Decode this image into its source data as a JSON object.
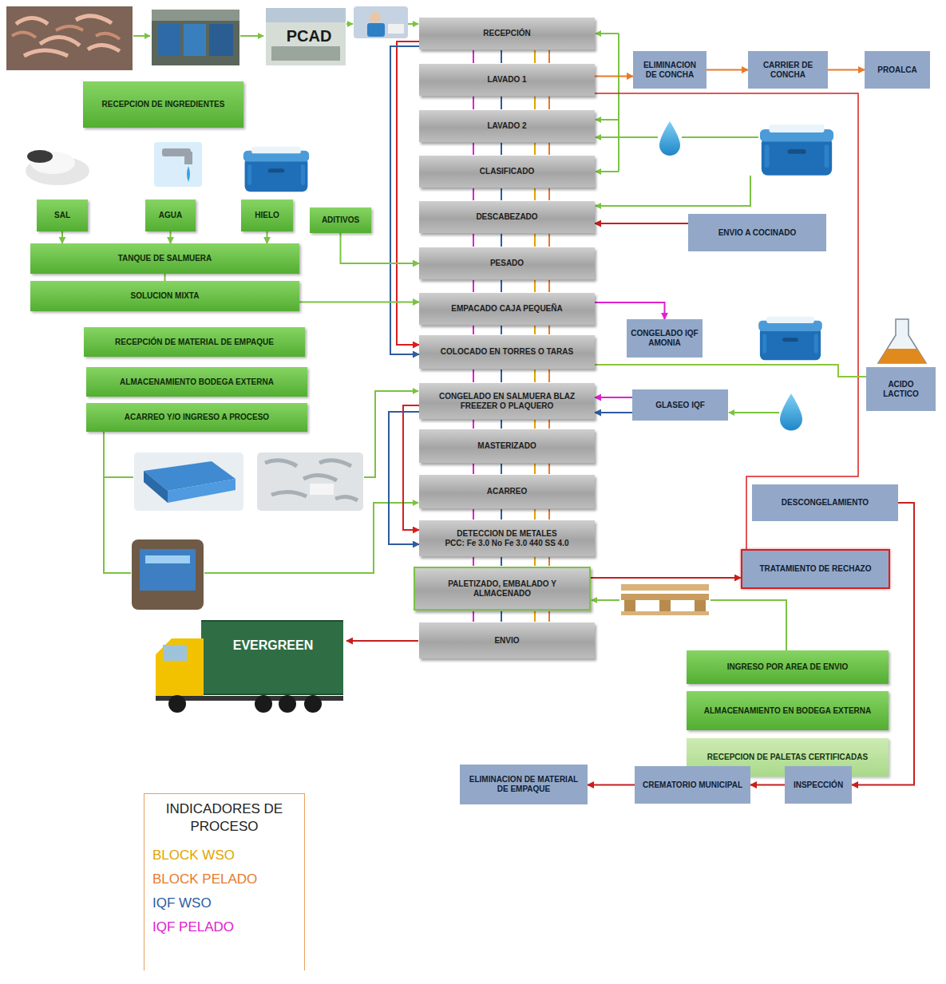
{
  "diagram": {
    "nodes": [
      {
        "text": [
          "RECEPCIÓN"
        ]
      },
      {
        "text": [
          "ELIMINACION DE CONCHA"
        ]
      },
      {
        "text": [
          "CARRIER DE CONCHA"
        ]
      },
      {
        "text": [
          "PROALCA"
        ]
      },
      {
        "text": [
          "LAVADO 1"
        ]
      },
      {
        "text": [
          "RECEPCION DE INGREDIENTES"
        ]
      },
      {
        "text": [
          "LAVADO 2"
        ]
      },
      {
        "text": [
          "CLASIFICADO"
        ]
      },
      {
        "text": [
          "SAL"
        ]
      },
      {
        "text": [
          "AGUA"
        ]
      },
      {
        "text": [
          "HIELO"
        ]
      },
      {
        "text": [
          "ADITIVOS"
        ]
      },
      {
        "text": [
          "DESCABEZADO"
        ]
      },
      {
        "text": [
          "ENVIO A COCINADO"
        ]
      },
      {
        "text": [
          "TANQUE DE SALMUERA"
        ]
      },
      {
        "text": [
          "PESADO"
        ]
      },
      {
        "text": [
          "SOLUCION MIXTA"
        ]
      },
      {
        "text": [
          "EMPACADO CAJA PEQUEÑA"
        ]
      },
      {
        "text": [
          "RECEPCIÓN DE MATERIAL DE EMPAQUE"
        ]
      },
      {
        "text": [
          "CONGELADO IQF AMONIA"
        ]
      },
      {
        "text": [
          "COLOCADO EN TORRES O TARAS"
        ]
      },
      {
        "text": [
          "ALMACENAMIENTO BODEGA EXTERNA"
        ]
      },
      {
        "text": [
          "ACIDO LACTICO"
        ]
      },
      {
        "text": [
          "CONGELADO EN SALMUERA BLAZ FREEZER O PLAQUERO"
        ]
      },
      {
        "text": [
          "GLASEO IQF"
        ]
      },
      {
        "text": [
          "ACARREO Y/O INGRESO A PROCESO"
        ]
      },
      {
        "text": [
          "MASTERIZADO"
        ]
      },
      {
        "text": [
          "ACARREO"
        ]
      },
      {
        "text": [
          "DESCONGELAMIENTO"
        ]
      },
      {
        "text": [
          "DETECCION DE METALES",
          "PCC: Fe 3.0 No Fe 3.0 440 SS 4.0"
        ]
      },
      {
        "text": [
          "TRATAMIENTO DE RECHAZO"
        ]
      },
      {
        "text": [
          "PALETIZADO, EMBALADO Y ALMACENADO"
        ]
      },
      {
        "text": [
          "ENVIO"
        ]
      },
      {
        "text": [
          "INGRESO POR AREA DE ENVIO"
        ]
      },
      {
        "text": [
          "ALMACENAMIENTO EN BODEGA EXTERNA"
        ]
      },
      {
        "text": [
          "RECEPCION DE PALETAS CERTIFICADAS"
        ]
      },
      {
        "text": [
          "ELIMINACION DE MATERIAL DE EMPAQUE"
        ]
      },
      {
        "text": [
          "CREMATORIO MUNICIPAL"
        ]
      },
      {
        "text": [
          "INSPECCIÓN"
        ]
      }
    ],
    "edges": [
      {
        "from": 4,
        "to": 1,
        "arrow": "to"
      },
      {
        "from": 1,
        "to": 2,
        "arrow": "to"
      },
      {
        "from": 2,
        "to": 3,
        "arrow": "to"
      },
      {
        "from": 13,
        "to": 12,
        "arrow": "to"
      },
      {
        "from": 4,
        "to": 30,
        "arrow": "none"
      },
      {
        "from": 17,
        "to": 19,
        "arrow": "to"
      },
      {
        "from": 22,
        "to": 20,
        "arrow": "none"
      },
      {
        "from": 24,
        "to": 23,
        "arrow": "to"
      },
      {
        "from": 24,
        "to": 23,
        "arrow": "to"
      },
      {
        "from": 0,
        "to": 20,
        "arrow": "to"
      },
      {
        "from": 0,
        "to": 20,
        "arrow": "to"
      },
      {
        "from": 23,
        "to": 29,
        "arrow": "to"
      },
      {
        "from": 23,
        "to": 29,
        "arrow": "to"
      },
      {
        "from": 8,
        "to": 14,
        "arrow": "to"
      },
      {
        "from": 9,
        "to": 14,
        "arrow": "to"
      },
      {
        "from": 10,
        "to": 14,
        "arrow": "to"
      },
      {
        "from": 14,
        "to": 16,
        "arrow": "none"
      },
      {
        "from": 16,
        "to": 17,
        "arrow": "to"
      },
      {
        "from": 11,
        "to": 15,
        "arrow": "to"
      },
      {
        "from": 31,
        "to": 30,
        "arrow": "to"
      },
      {
        "from": 28,
        "to": 38,
        "arrow": "to"
      },
      {
        "from": 38,
        "to": 37,
        "arrow": "to"
      },
      {
        "from": 37,
        "to": 36,
        "arrow": "to"
      }
    ],
    "labels": [
      "PCAD",
      "EVERGREEN",
      "INDICADORES DE PROCESO"
    ],
    "legend": [
      {
        "text": "BLOCK WSO",
        "color": "#e0a400"
      },
      {
        "text": "BLOCK PELADO",
        "color": "#e87a2a"
      },
      {
        "text": "IQF WSO",
        "color": "#2e5c9e"
      },
      {
        "text": "IQF PELADO",
        "color": "#e020d0"
      }
    ]
  }
}
